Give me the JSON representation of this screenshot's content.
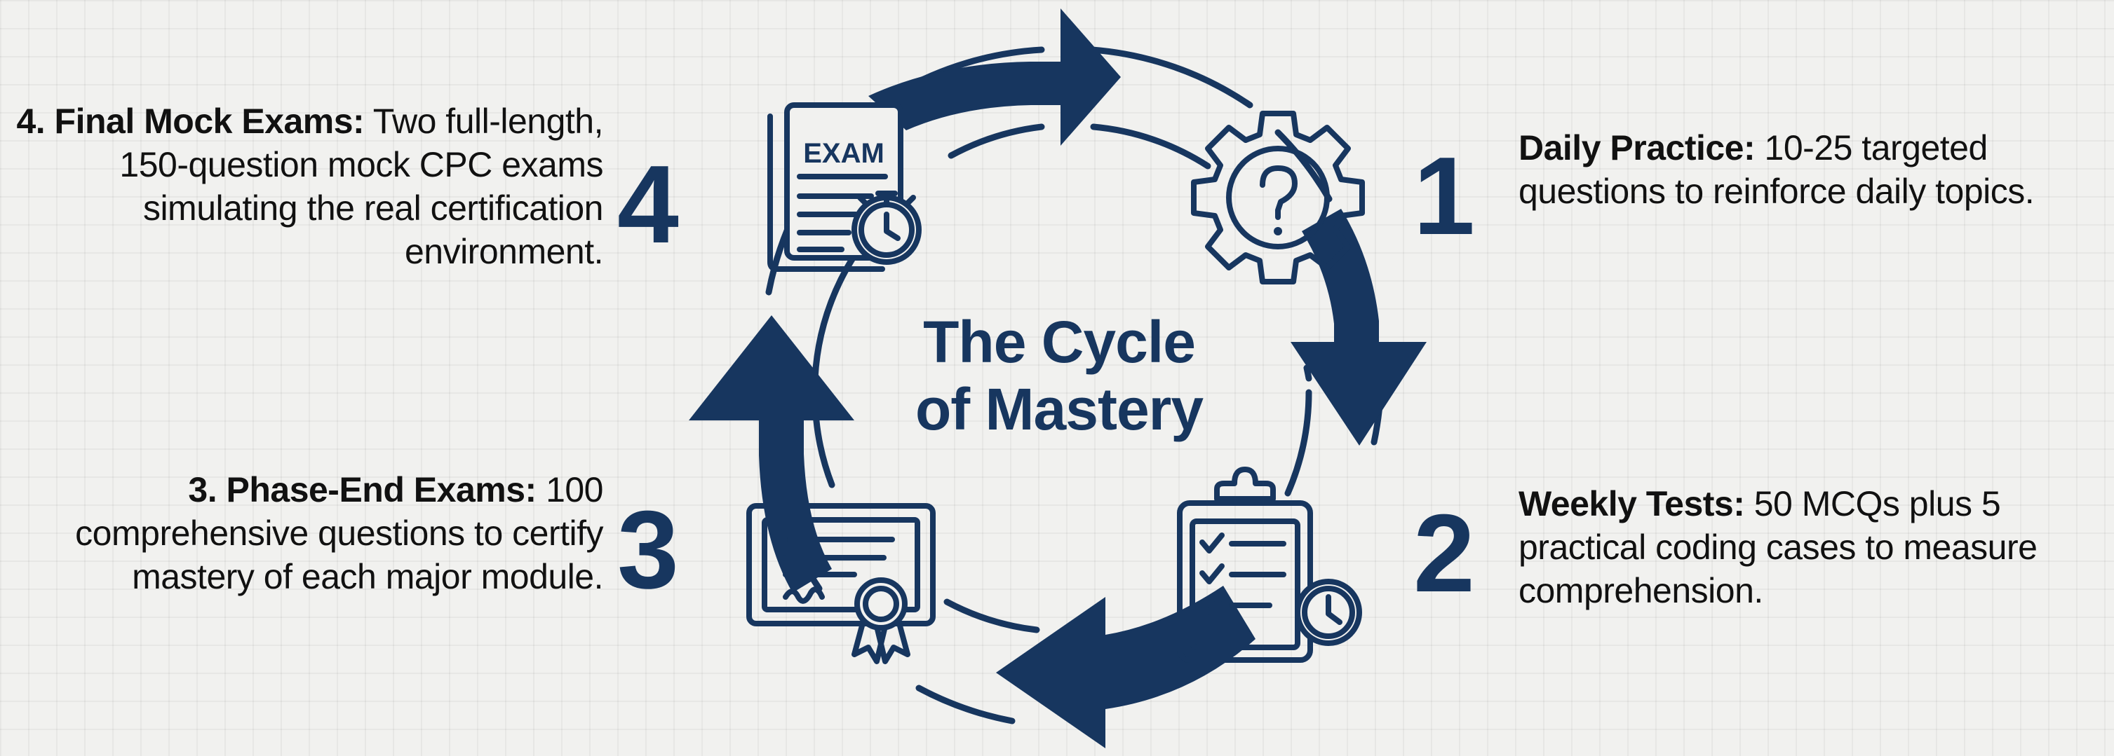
{
  "title": {
    "line1": "The Cycle",
    "line2": "of Mastery"
  },
  "colors": {
    "navy": "#17365f",
    "background": "#f1f1ef",
    "text": "#111111"
  },
  "steps": [
    {
      "number": "1",
      "heading": "Daily Practice:",
      "text": " 10-25 targeted questions to reinforce daily topics.",
      "icon": "gear-question-icon"
    },
    {
      "number": "2",
      "heading": "Weekly Tests:",
      "text": " 50 MCQs plus 5 practical coding cases to measure comprehension.",
      "icon": "clipboard-checklist-clock-icon"
    },
    {
      "number": "3",
      "heading": "3. Phase-End Exams:",
      "text": " 100 comprehensive questions to certify mastery of each major module.",
      "icon": "certificate-ribbon-icon"
    },
    {
      "number": "4",
      "heading": "4. Final Mock Exams:",
      "text": " Two full-length, 150-question mock CPC exams simulating the real certification environment.",
      "icon": "exam-paper-stopwatch-icon",
      "icon_label": "EXAM"
    }
  ]
}
